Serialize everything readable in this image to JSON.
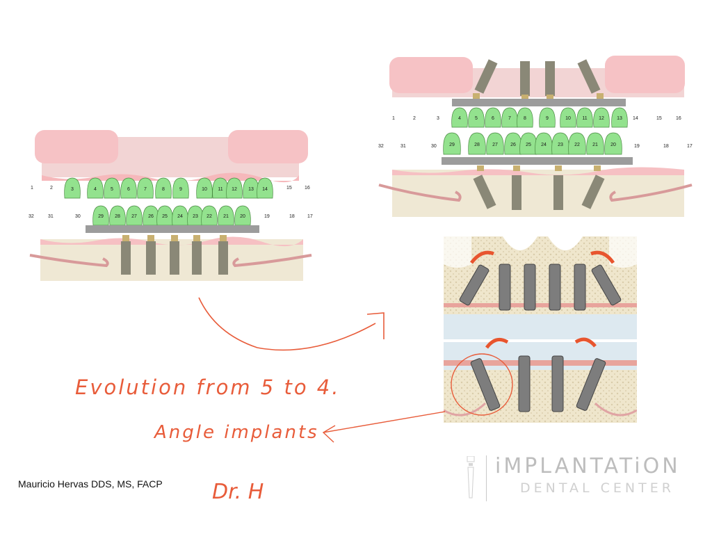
{
  "upper_left_numbers": [
    "1",
    "2",
    "3",
    "4",
    "5",
    "6",
    "7",
    "8",
    "9",
    "10",
    "11",
    "12",
    "13",
    "14",
    "15",
    "16"
  ],
  "lower_left_numbers": [
    "32",
    "31",
    "30",
    "29",
    "28",
    "27",
    "26",
    "25",
    "24",
    "23",
    "22",
    "21",
    "20",
    "19",
    "18",
    "17"
  ],
  "upper_right_numbers": [
    "1",
    "2",
    "3",
    "4",
    "5",
    "6",
    "7",
    "8",
    "9",
    "10",
    "11",
    "12",
    "13",
    "14",
    "15",
    "16"
  ],
  "lower_right_numbers": [
    "32",
    "31",
    "30",
    "29",
    "28",
    "27",
    "26",
    "25",
    "24",
    "23",
    "22",
    "21",
    "20",
    "19",
    "18",
    "17"
  ],
  "annotation": {
    "line1": "Evolution from 5 to 4.",
    "line2": "Angle implants",
    "signature": "Dr. H"
  },
  "author": "Mauricio Hervas DDS, MS, FACP",
  "logo": {
    "main": "iMPLANTATiON",
    "sub": "DENTAL CENTER"
  },
  "colors": {
    "gum": "#f4c7c7",
    "tooth": "#8fe58a",
    "bone": "#efe8d4",
    "implant": "#8a8a7a",
    "bar": "#9a9a9a",
    "ink": "#e85c3a"
  }
}
